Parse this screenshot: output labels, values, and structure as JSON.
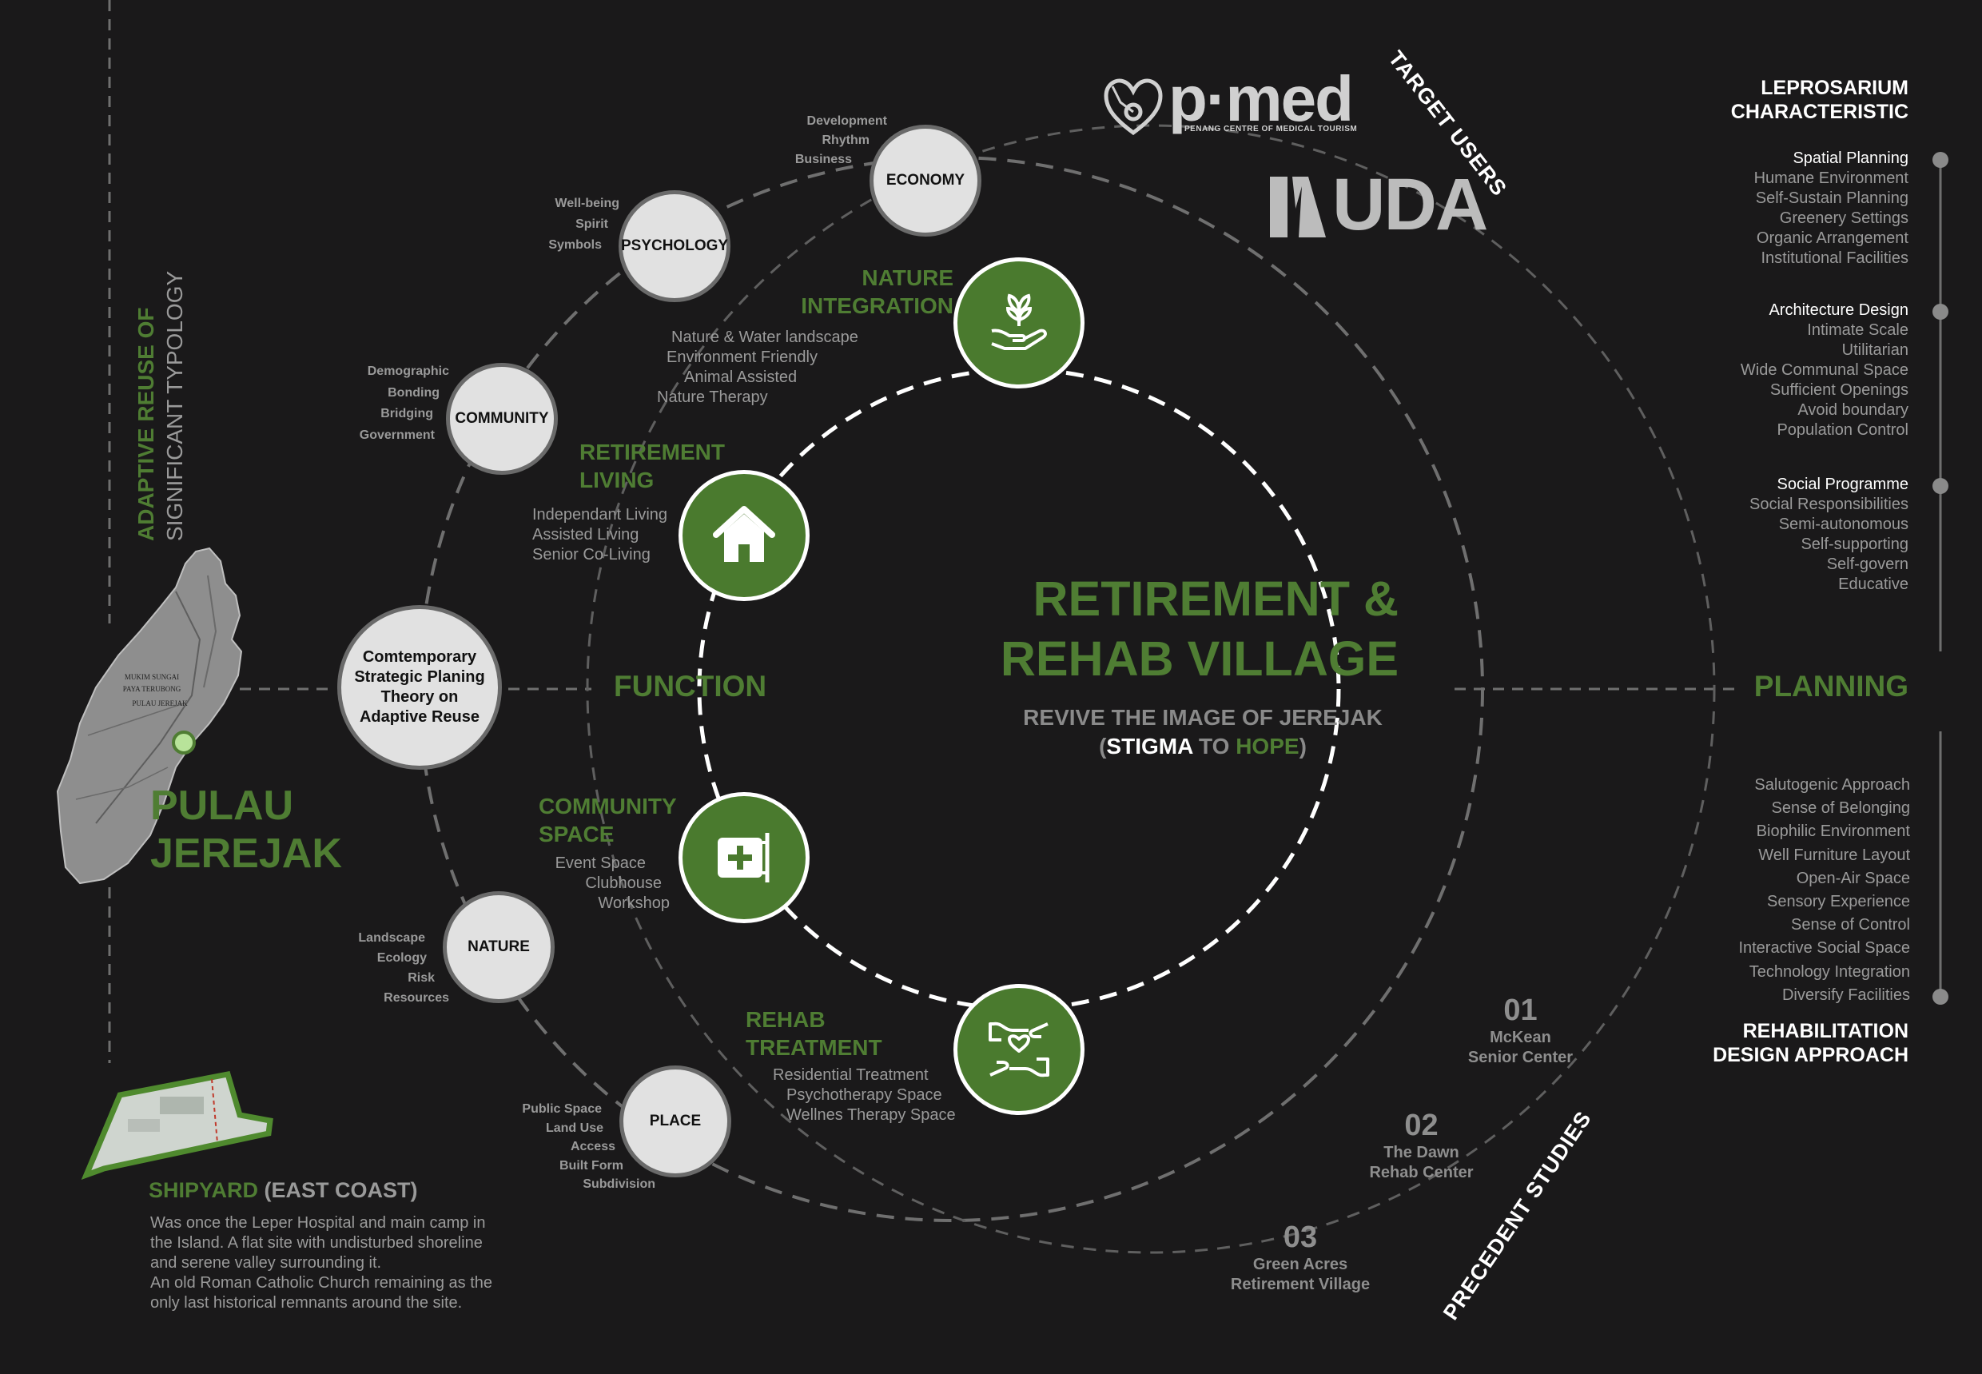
{
  "brand": {
    "pmed_logo_text": "p·med",
    "pmed_tagline": "PENANG CENTRE OF MEDICAL TOURISM",
    "uda_logo_text": "UDA"
  },
  "colors": {
    "background": "#1a191a",
    "accent_green": "#4f7d33",
    "muted_grey": "#9a9a9a",
    "node_fill": "#e1e1e1"
  },
  "center": {
    "title_line1": "RETIREMENT &",
    "title_line2": "REHAB VILLAGE",
    "subtitle_line1": "REVIVE THE IMAGE OF JEREJAK",
    "subtitle_open": "(",
    "subtitle_stigma": "STIGMA",
    "subtitle_to": " TO ",
    "subtitle_hope": "HOPE",
    "subtitle_close": ")"
  },
  "axis_labels": {
    "function": "FUNCTION",
    "planning": "PLANNING"
  },
  "vertical_title": {
    "line1": "ADAPTIVE REUSE OF",
    "line2": "SIGNIFICANT TYPOLOGY"
  },
  "island": {
    "name_line1": "PULAU",
    "name_line2": "JEREJAK",
    "map_labels": [
      "MUKIM SUNGAI",
      "PAYA TERUBONG",
      "PULAU JEREJAK"
    ]
  },
  "shipyard": {
    "title": "SHIPYARD",
    "title_suffix": " (EAST COAST)",
    "description": [
      "Was once the Leper Hospital and main camp in",
      "the Island. A flat site with undisturbed shoreline",
      "and serene valley surrounding it.",
      "An old Roman Catholic Church remaining as the",
      "only last historical remnants around the site."
    ]
  },
  "theory_node": {
    "lines": [
      "Comtemporary",
      "Strategic Planing",
      "Theory on",
      "Adaptive Reuse"
    ]
  },
  "outer_nodes": [
    {
      "label": "ECONOMY",
      "keywords": [
        "Development",
        "Rhythm",
        "Business"
      ]
    },
    {
      "label": "PSYCHOLOGY",
      "keywords": [
        "Well-being",
        "Spirit",
        "Symbols"
      ]
    },
    {
      "label": "COMMUNITY",
      "keywords": [
        "Demographic",
        "Bonding",
        "Bridging",
        "Government"
      ]
    },
    {
      "label": "NATURE",
      "keywords": [
        "Landscape",
        "Ecology",
        "Risk",
        "Resources"
      ]
    },
    {
      "label": "PLACE",
      "keywords": [
        "Public Space",
        "Land Use",
        "Access",
        "Built Form",
        "Subdivision"
      ]
    }
  ],
  "functions": [
    {
      "title_line1": "NATURE",
      "title_line2": "INTEGRATION",
      "icon": "plant-hand-icon",
      "items": [
        "Nature & Water landscape",
        "Environment Friendly",
        "Animal Assisted",
        "Nature Therapy"
      ]
    },
    {
      "title_line1": "RETIREMENT",
      "title_line2": "LIVING",
      "icon": "house-icon",
      "items": [
        "Independant Living",
        "Assisted Living",
        "Senior Co-Living"
      ]
    },
    {
      "title_line1": "COMMUNITY",
      "title_line2": "SPACE",
      "icon": "sign-plus-icon",
      "items": [
        "Event Space",
        "Clubhouse",
        "Workshop"
      ]
    },
    {
      "title_line1": "REHAB",
      "title_line2": "TREATMENT",
      "icon": "heart-hands-icon",
      "items": [
        "Residential Treatment",
        "Psychotherapy Space",
        "Wellnes Therapy Space"
      ]
    }
  ],
  "target_users": "TARGET USERS",
  "precedent_studies": {
    "label": "PRECEDENT STUDIES",
    "items": [
      {
        "number": "01",
        "line1": "McKean",
        "line2": "Senior Center"
      },
      {
        "number": "02",
        "line1": "The Dawn",
        "line2": "Rehab Center"
      },
      {
        "number": "03",
        "line1": "Green Acres",
        "line2": "Retirement Village"
      }
    ]
  },
  "leprosarium": {
    "title_line1": "LEPROSARIUM",
    "title_line2": "CHARACTERISTIC",
    "groups": [
      {
        "heading": "Spatial Planning",
        "items": [
          "Humane Environment",
          "Self-Sustain Planning",
          "Greenery Settings",
          "Organic Arrangement",
          "Institutional Facilities"
        ]
      },
      {
        "heading": "Architecture Design",
        "items": [
          "Intimate Scale",
          "Utilitarian",
          "Wide Communal Space",
          "Sufficient Openings",
          "Avoid boundary",
          "Population Control"
        ]
      },
      {
        "heading": "Social Programme",
        "items": [
          "Social Responsibilities",
          "Semi-autonomous",
          "Self-supporting",
          "Self-govern",
          "Educative"
        ]
      }
    ]
  },
  "rehab_approach": {
    "title_line1": "REHABILITATION",
    "title_line2": "DESIGN APPROACH",
    "items": [
      "Salutogenic Approach",
      "Sense of Belonging",
      "Biophilic Environment",
      "Well Furniture Layout",
      "Open-Air Space",
      "Sensory Experience",
      "Sense of Control",
      "Interactive Social Space",
      "Technology Integration",
      "Diversify Facilities"
    ]
  }
}
